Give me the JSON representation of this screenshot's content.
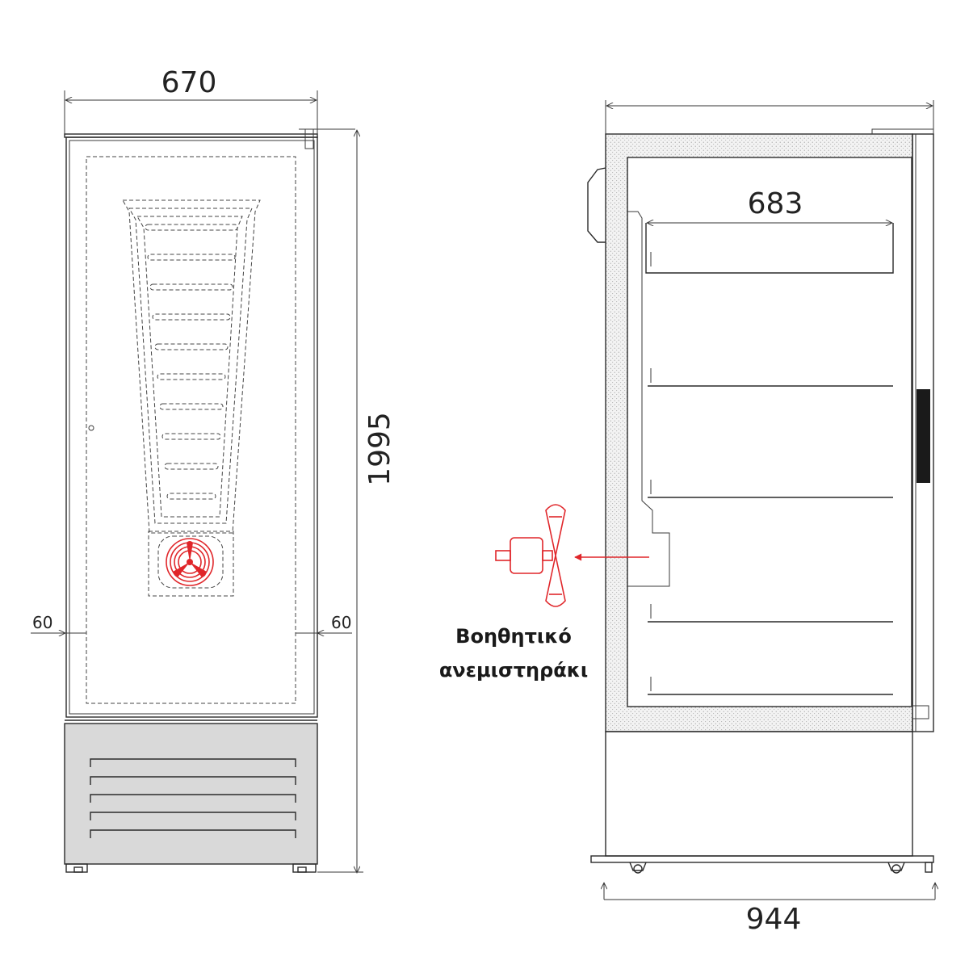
{
  "dimensions": {
    "front_width": "670",
    "front_height": "1995",
    "left_inset": "60",
    "right_inset": "60",
    "interior_width": "683",
    "side_depth": "944"
  },
  "annotation": {
    "line1": "Βοηθητικό",
    "line2": "ανεμιστηράκι"
  },
  "colors": {
    "fan_accent": "#e0262a",
    "insulation": "#ececec",
    "base_panel": "#d9d9d9"
  }
}
